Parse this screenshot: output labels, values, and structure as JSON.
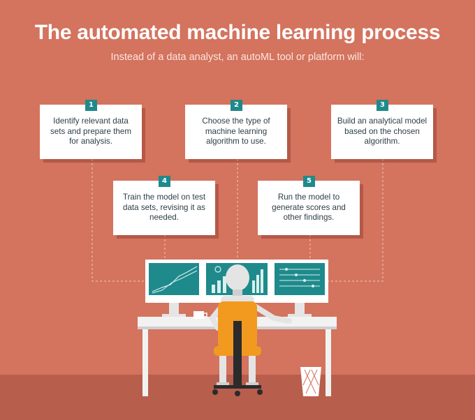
{
  "header": {
    "title": "The automated machine learning process",
    "subtitle": "Instead of a data analyst, an autoML tool or platform will:"
  },
  "steps": [
    {
      "number": "1",
      "text": "Identify relevant data sets and prepare them for analysis."
    },
    {
      "number": "2",
      "text": "Choose the type of machine learning algorithm to use."
    },
    {
      "number": "3",
      "text": "Build an analytical model based on the chosen algorithm."
    },
    {
      "number": "4",
      "text": "Train the model on test data sets, revising it as needed."
    },
    {
      "number": "5",
      "text": "Run the model to generate scores and other findings."
    }
  ],
  "colors": {
    "background": "#d4735e",
    "ground": "#b85e4c",
    "badge": "#1f8a8c",
    "screen": "#1f8a8c",
    "chair": "#f29a1f"
  }
}
